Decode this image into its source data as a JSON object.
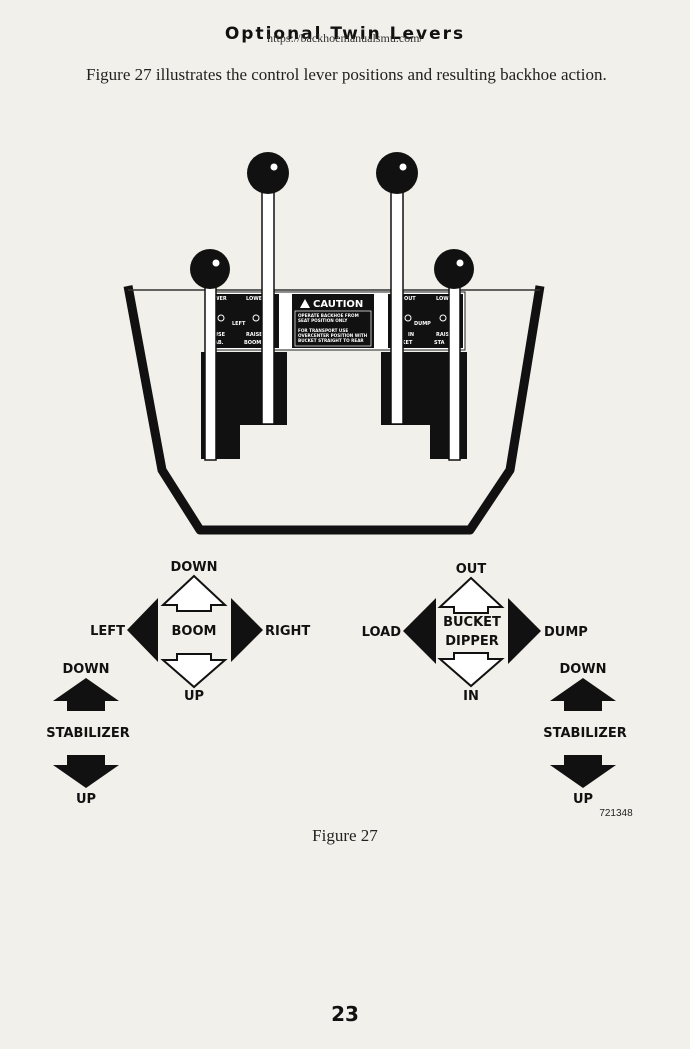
{
  "header": {
    "title": "Optional Twin Levers",
    "watermark": "https://backhoemanualsmu.com/"
  },
  "intro_text": "Figure 27 illustrates the control lever positions and resulting backhoe action.",
  "panel": {
    "caution_title": "CAUTION",
    "caution_lines": [
      "OPERATE BACKHOE FROM",
      "SEAT POSITION ONLY",
      "FOR TRANSPORT USE",
      "OVERCENTER POSITION WITH",
      "BUCKET STRAIGHT TO REAR"
    ],
    "left_decal": {
      "top_left": "WER",
      "top_right": "LOWE",
      "mid": "LEFT",
      "bottom_left_top": "USE",
      "bottom_right_top": "RAISE",
      "bottom_left": "AB.",
      "bottom_right": "BOOM"
    },
    "right_decal": {
      "top_left": "OUT",
      "top_right": "LOW",
      "mid": "DUMP",
      "bottom_left_top": "IN",
      "bottom_right_top": "RAIS",
      "bottom_left": "CKET",
      "bottom_right": "STA"
    }
  },
  "labels": {
    "boom_down": "DOWN",
    "boom_left": "LEFT",
    "boom_center": "BOOM",
    "boom_right": "RIGHT",
    "boom_up": "UP",
    "bucket_out": "OUT",
    "bucket_load": "LOAD",
    "bucket_center_1": "BUCKET",
    "bucket_center_2": "DIPPER",
    "bucket_dump": "DUMP",
    "bucket_in": "IN",
    "stab_left_down": "DOWN",
    "stab_left_name": "STABILIZER",
    "stab_left_up": "UP",
    "stab_right_down": "DOWN",
    "stab_right_name": "STABILIZER",
    "stab_right_up": "UP"
  },
  "part_number": "721348",
  "caption": "Figure 27",
  "page_number": "23"
}
